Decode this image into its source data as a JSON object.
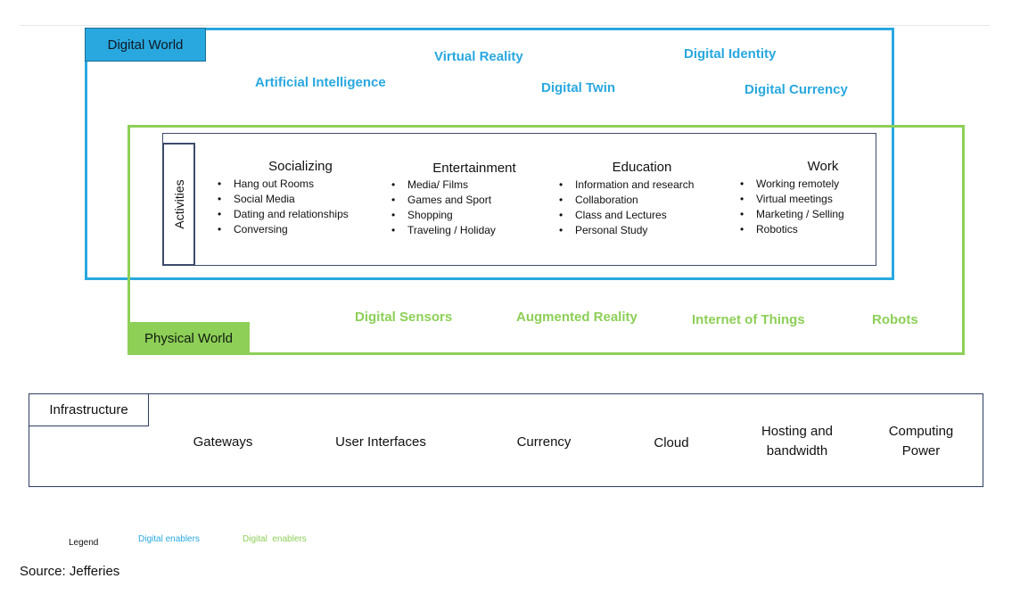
{
  "digital_world": {
    "label": "Digital World",
    "enablers": [
      "Virtual Reality",
      "Digital Identity",
      "Artificial Intelligence",
      "Digital Twin",
      "Digital Currency"
    ]
  },
  "physical_world": {
    "label": "Physical World",
    "enablers": [
      "Digital Sensors",
      "Augmented Reality",
      "Internet of Things",
      "Robots"
    ]
  },
  "activities": {
    "label": "Activities",
    "columns": [
      {
        "title": "Socializing",
        "items": [
          "Hang out Rooms",
          "Social Media",
          "Dating and relationships",
          "Conversing"
        ]
      },
      {
        "title": "Entertainment",
        "items": [
          "Media/ Films",
          "Games and Sport",
          "Shopping",
          "Traveling / Holiday"
        ]
      },
      {
        "title": "Education",
        "items": [
          "Information and research",
          "Collaboration",
          "Class and Lectures",
          "Personal Study"
        ]
      },
      {
        "title": "Work",
        "items": [
          "Working remotely",
          "Virtual meetings",
          "Marketing / Selling",
          "Robotics"
        ]
      }
    ]
  },
  "infrastructure": {
    "label": "Infrastructure",
    "items": [
      "Gateways",
      "User Interfaces",
      "Currency",
      "Cloud",
      "Hosting and bandwidth",
      "Computing Power"
    ]
  },
  "legend": {
    "label": "Legend",
    "digital": "Digital enablers",
    "physical": "Digital  enablers"
  },
  "source": "Source: Jefferies",
  "colors": {
    "digital": "#29a8e0",
    "physical": "#8dcf57",
    "frame": "#2d3e63"
  }
}
